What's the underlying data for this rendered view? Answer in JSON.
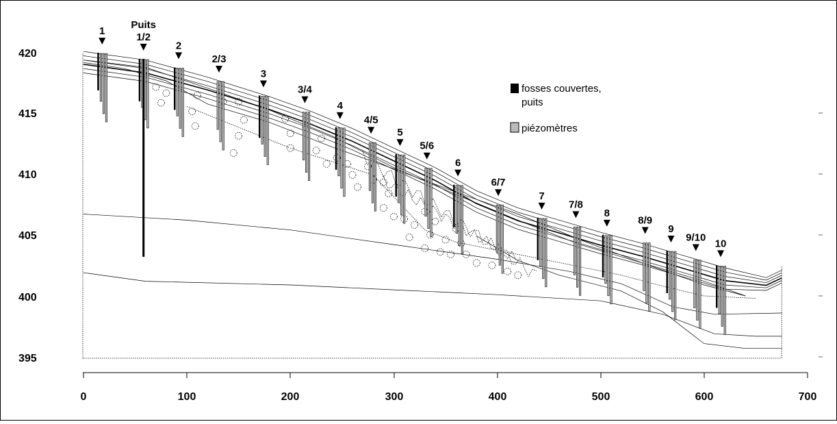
{
  "chart_data": {
    "type": "diagram-cross-section",
    "x_ticks": [
      "0",
      "100",
      "200",
      "300",
      "400",
      "500",
      "600",
      "700"
    ],
    "y_ticks": [
      "420",
      "415",
      "410",
      "405",
      "400",
      "395"
    ],
    "xlim": [
      0,
      700
    ],
    "ylim": [
      395,
      421
    ],
    "legend": [
      {
        "label": "fosses couvertes,\npuits",
        "line1": "fosses couvertes,",
        "line2": "puits",
        "swatch": "#000000"
      },
      {
        "label": "piézomètres",
        "line1": "piézomètres",
        "swatch": "#bbbbbb"
      }
    ],
    "sections": [
      {
        "label": "1",
        "x": 18,
        "z": 420
      },
      {
        "label": "Puits 1/2",
        "line1": "Puits",
        "line2": "1/2",
        "x": 58,
        "z": 419.5
      },
      {
        "label": "2",
        "x": 92,
        "z": 418.8
      },
      {
        "label": "2/3",
        "x": 131,
        "z": 417.7
      },
      {
        "label": "3",
        "x": 174,
        "z": 416.5
      },
      {
        "label": "3/4",
        "x": 214,
        "z": 415.2
      },
      {
        "label": "4",
        "x": 248,
        "z": 413.9
      },
      {
        "label": "4/5",
        "x": 278,
        "z": 412.7
      },
      {
        "label": "5",
        "x": 306,
        "z": 411.7
      },
      {
        "label": "5/6",
        "x": 332,
        "z": 410.6
      },
      {
        "label": "6",
        "x": 362,
        "z": 409.2
      },
      {
        "label": "6/7",
        "x": 401,
        "z": 407.6
      },
      {
        "label": "7",
        "x": 443,
        "z": 406.5
      },
      {
        "label": "7/8",
        "x": 476,
        "z": 405.8
      },
      {
        "label": "8",
        "x": 506,
        "z": 405.1
      },
      {
        "label": "8/9",
        "x": 543,
        "z": 404.5
      },
      {
        "label": "9",
        "x": 568,
        "z": 403.8
      },
      {
        "label": "9/10",
        "x": 592,
        "z": 403.1
      },
      {
        "label": "10",
        "x": 616,
        "z": 402.6
      }
    ]
  }
}
